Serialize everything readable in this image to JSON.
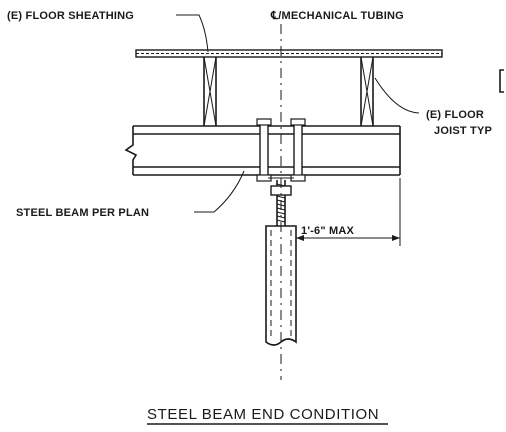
{
  "labels": {
    "floor_sheathing": "(E) FLOOR SHEATHING",
    "centerline": "℄/MECHANICAL TUBING",
    "floor_joist_line1": "(E) FLOOR",
    "floor_joist_line2": "JOIST TYP",
    "steel_beam": "STEEL BEAM PER PLAN",
    "dimension": "1'-6\" MAX",
    "title": "STEEL BEAM END CONDITION"
  }
}
